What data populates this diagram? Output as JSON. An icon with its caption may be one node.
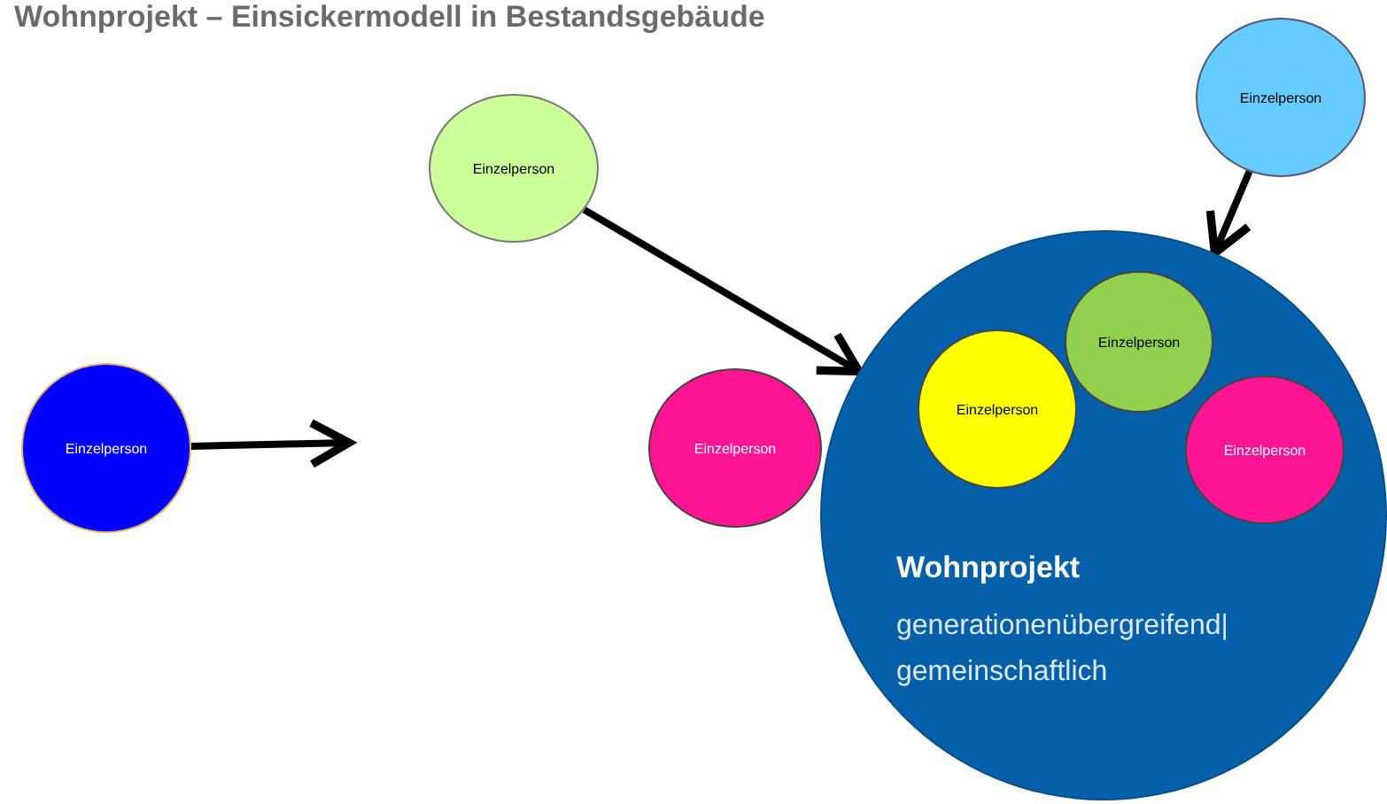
{
  "diagram": {
    "title": "Wohnprojekt – Einsickermodell in Bestandsgebäude",
    "nodes": [
      {
        "text": [
          "Einzelperson"
        ]
      },
      {
        "text": [
          "Einzelperson"
        ]
      },
      {
        "text": [
          "Einzelperson"
        ]
      },
      {
        "text": [
          "Einzelperson"
        ]
      },
      {
        "text": [
          "Wohnprojekt",
          "generationenübergreifend| gemeinschaftlich"
        ]
      },
      {
        "text": [
          "Einzelperson"
        ],
        "in": 4
      },
      {
        "text": [
          "Einzelperson"
        ],
        "in": 4
      },
      {
        "text": [
          "Einzelperson"
        ],
        "in": 4
      }
    ],
    "edges": [
      {
        "from": 0,
        "to": 4,
        "arrow": "to"
      },
      {
        "from": 1,
        "to": 4,
        "arrow": "to"
      },
      {
        "from": 2,
        "to": null,
        "arrow": "to"
      }
    ]
  }
}
